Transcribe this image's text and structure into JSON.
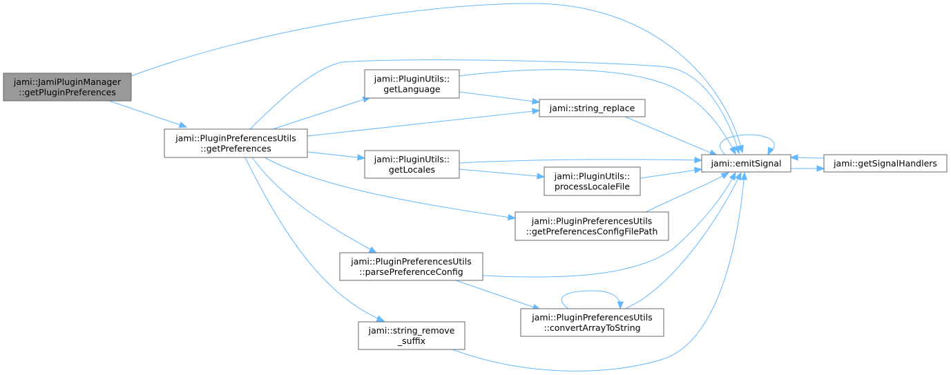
{
  "graph": {
    "nodes": [
      {
        "id": "root",
        "lines": [
          "jami::JamiPluginManager",
          "::getPluginPreferences"
        ],
        "root": true
      },
      {
        "id": "getPreferences",
        "lines": [
          "jami::PluginPreferencesUtils",
          "::getPreferences"
        ]
      },
      {
        "id": "getLanguage",
        "lines": [
          "jami::PluginUtils::",
          "getLanguage"
        ]
      },
      {
        "id": "string_replace",
        "lines": [
          "jami::string_replace"
        ]
      },
      {
        "id": "getLocales",
        "lines": [
          "jami::PluginUtils::",
          "getLocales"
        ]
      },
      {
        "id": "processLocaleFile",
        "lines": [
          "jami::PluginUtils::",
          "processLocaleFile"
        ]
      },
      {
        "id": "getPreferencesConfigFilePath",
        "lines": [
          "jami::PluginPreferencesUtils",
          "::getPreferencesConfigFilePath"
        ]
      },
      {
        "id": "parsePreferenceConfig",
        "lines": [
          "jami::PluginPreferencesUtils",
          "::parsePreferenceConfig"
        ]
      },
      {
        "id": "convertArrayToString",
        "lines": [
          "jami::PluginPreferencesUtils",
          "::convertArrayToString"
        ]
      },
      {
        "id": "string_remove_suffix",
        "lines": [
          "jami::string_remove",
          "_suffix"
        ]
      },
      {
        "id": "emitSignal",
        "lines": [
          "jami::emitSignal"
        ]
      },
      {
        "id": "getSignalHandlers",
        "lines": [
          "jami::getSignalHandlers"
        ]
      }
    ],
    "edges": [
      {
        "from": "root",
        "to": "getPreferences"
      },
      {
        "from": "root",
        "to": "emitSignal"
      },
      {
        "from": "getPreferences",
        "to": "getLanguage"
      },
      {
        "from": "getPreferences",
        "to": "string_replace"
      },
      {
        "from": "getPreferences",
        "to": "getLocales"
      },
      {
        "from": "getPreferences",
        "to": "getPreferencesConfigFilePath"
      },
      {
        "from": "getPreferences",
        "to": "parsePreferenceConfig"
      },
      {
        "from": "getPreferences",
        "to": "string_remove_suffix"
      },
      {
        "from": "getPreferences",
        "to": "emitSignal"
      },
      {
        "from": "getLanguage",
        "to": "string_replace"
      },
      {
        "from": "getLanguage",
        "to": "emitSignal"
      },
      {
        "from": "string_replace",
        "to": "emitSignal"
      },
      {
        "from": "getLocales",
        "to": "emitSignal"
      },
      {
        "from": "getLocales",
        "to": "processLocaleFile"
      },
      {
        "from": "processLocaleFile",
        "to": "emitSignal"
      },
      {
        "from": "getPreferencesConfigFilePath",
        "to": "emitSignal"
      },
      {
        "from": "parsePreferenceConfig",
        "to": "emitSignal"
      },
      {
        "from": "parsePreferenceConfig",
        "to": "convertArrayToString"
      },
      {
        "from": "convertArrayToString",
        "to": "convertArrayToString"
      },
      {
        "from": "convertArrayToString",
        "to": "emitSignal"
      },
      {
        "from": "string_remove_suffix",
        "to": "emitSignal"
      },
      {
        "from": "emitSignal",
        "to": "emitSignal"
      },
      {
        "from": "emitSignal",
        "to": "getSignalHandlers"
      },
      {
        "from": "getSignalHandlers",
        "to": "emitSignal"
      }
    ],
    "colors": {
      "edge": "#63b8ff",
      "node_border": "#666666",
      "node_fill": "#ffffff",
      "root_fill": "#999999"
    }
  }
}
